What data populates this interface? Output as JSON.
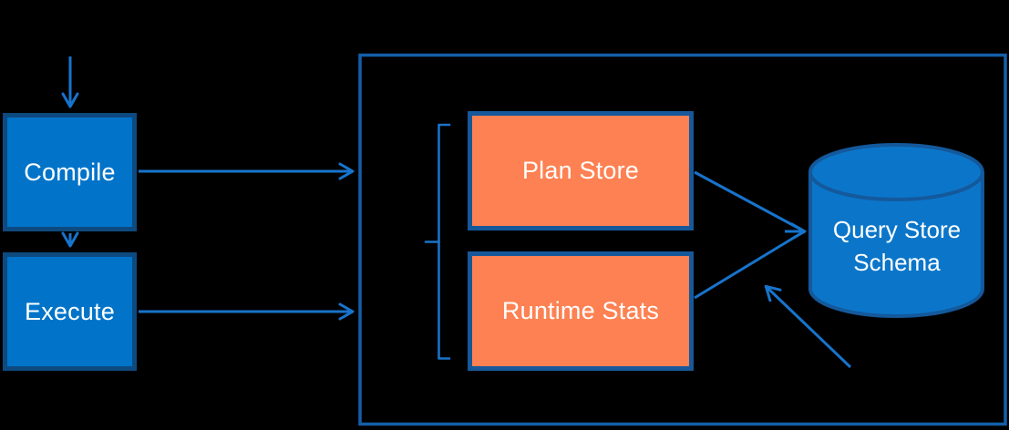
{
  "diagram": {
    "background_color": "#000000",
    "connector_color": "#1774cc",
    "bracket_color": "#1a73c8",
    "container": {
      "border_color": "#145fa9"
    },
    "nodes": {
      "compile": {
        "label": "Compile",
        "fill": "#0174c9",
        "border": "#0d4a80",
        "text_color": "#ffffff"
      },
      "execute": {
        "label": "Execute",
        "fill": "#0174c9",
        "border": "#0d4a80",
        "text_color": "#ffffff"
      },
      "plan_store": {
        "label": "Plan Store",
        "fill": "#fd8152",
        "border": "#17589a",
        "text_color": "#ffffff"
      },
      "runtime_stats": {
        "label": "Runtime Stats",
        "fill": "#fd8152",
        "border": "#17589a",
        "text_color": "#ffffff"
      },
      "query_store_schema": {
        "label": "Query Store Schema",
        "fill": "#0b76c9",
        "border": "#14599c",
        "text_color": "#ffffff",
        "shape": "database-cylinder"
      }
    },
    "edges": [
      {
        "name": "arrow-into-compile",
        "from": "external-top",
        "to": "compile"
      },
      {
        "name": "arrow-compile-to-execute",
        "from": "compile",
        "to": "execute"
      },
      {
        "name": "arrow-compile-to-container",
        "from": "compile",
        "to": "query-store-container"
      },
      {
        "name": "arrow-execute-to-container",
        "from": "execute",
        "to": "query-store-container"
      },
      {
        "name": "line-plan-store-to-schema",
        "from": "plan_store",
        "to": "query_store_schema"
      },
      {
        "name": "line-runtime-stats-to-schema",
        "from": "runtime_stats",
        "to": "query_store_schema"
      },
      {
        "name": "annotation-arrow-bottom-right",
        "from": "external-bottom-right",
        "to": "junction"
      }
    ]
  }
}
